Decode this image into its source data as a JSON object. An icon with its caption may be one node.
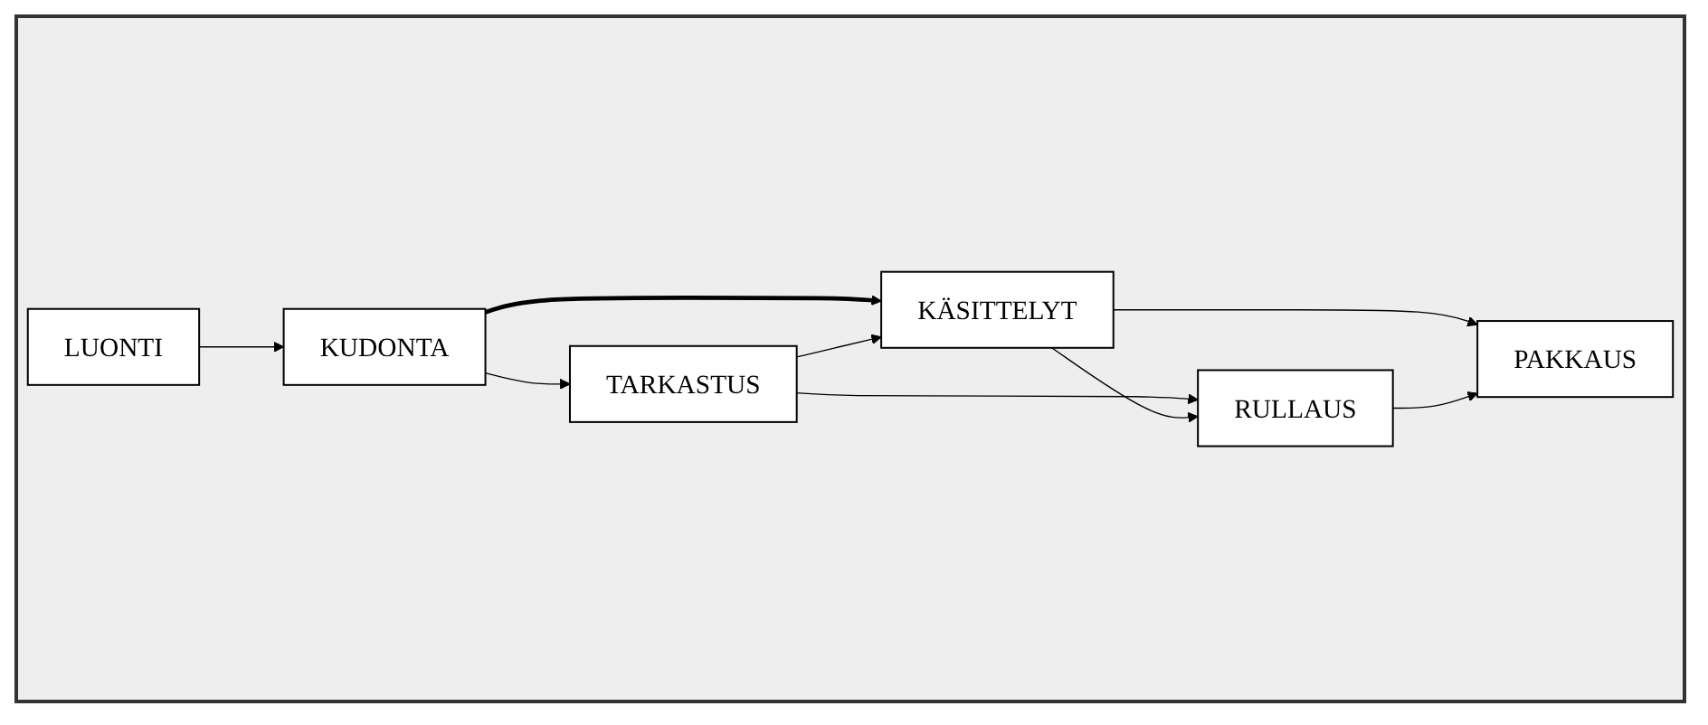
{
  "diagram": {
    "nodes": [
      {
        "text": [
          "LUONTI"
        ]
      },
      {
        "text": [
          "KUDONTA"
        ]
      },
      {
        "text": [
          "KÄSITTELYT"
        ]
      },
      {
        "text": [
          "TARKASTUS"
        ]
      },
      {
        "text": [
          "RULLAUS"
        ]
      },
      {
        "text": [
          "PAKKAUS"
        ]
      }
    ],
    "edges": [
      {
        "from": 0,
        "to": 1,
        "arrow": "to"
      },
      {
        "from": 1,
        "to": 2,
        "arrow": "to",
        "style": "thick"
      },
      {
        "from": 1,
        "to": 3,
        "arrow": "to"
      },
      {
        "from": 3,
        "to": 2,
        "arrow": "to"
      },
      {
        "from": 3,
        "to": 4,
        "arrow": "to"
      },
      {
        "from": 2,
        "to": 4,
        "arrow": "to"
      },
      {
        "from": 2,
        "to": 5,
        "arrow": "to"
      },
      {
        "from": 4,
        "to": 5,
        "arrow": "to"
      }
    ]
  }
}
